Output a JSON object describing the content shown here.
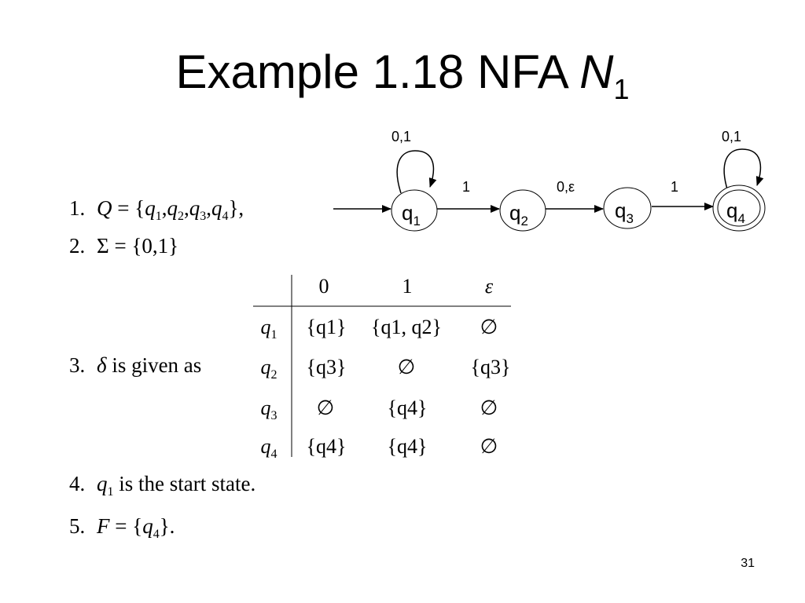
{
  "title": {
    "main": "Example 1.18   NFA ",
    "var": "N",
    "sub": "1"
  },
  "diagram": {
    "states": [
      {
        "name": "q",
        "sub": "1"
      },
      {
        "name": "q",
        "sub": "2"
      },
      {
        "name": "q",
        "sub": "3"
      },
      {
        "name": "q",
        "sub": "4"
      }
    ],
    "loop_labels": [
      "0,1",
      "0,1"
    ],
    "edge_labels": [
      "1",
      "0,ε",
      "1"
    ]
  },
  "items": {
    "i1": {
      "num": "1.",
      "text": "Q = {q1, q2, q3, q4},",
      "parts": [
        "Q",
        "= {",
        "q",
        "1",
        ",",
        "q",
        "2",
        ",",
        "q",
        "3",
        ",",
        "q",
        "4",
        "},"
      ]
    },
    "i2": {
      "num": "2.",
      "text": "Σ = {0,1}"
    },
    "i3": {
      "num": "3.",
      "delta": "δ",
      "text": "is given  as"
    },
    "i4": {
      "num": "4.",
      "var": "q",
      "sub": "1",
      "text": "is the start state."
    },
    "i5": {
      "num": "5.",
      "var": "F",
      "text": "= {",
      "var2": "q",
      "sub": "4",
      "end": "}."
    }
  },
  "table": {
    "headers": [
      "0",
      "1",
      "ε"
    ],
    "rows": [
      {
        "state": "q",
        "sub": "1",
        "cells": [
          "{q1}",
          "{q1, q2}",
          "∅"
        ]
      },
      {
        "state": "q",
        "sub": "2",
        "cells": [
          "{q3}",
          "∅",
          "{q3}"
        ]
      },
      {
        "state": "q",
        "sub": "3",
        "cells": [
          "∅",
          "{q4}",
          "∅"
        ]
      },
      {
        "state": "q",
        "sub": "4",
        "cells": [
          "{q4}",
          "{q4}",
          "∅"
        ]
      }
    ]
  },
  "page_number": "31"
}
